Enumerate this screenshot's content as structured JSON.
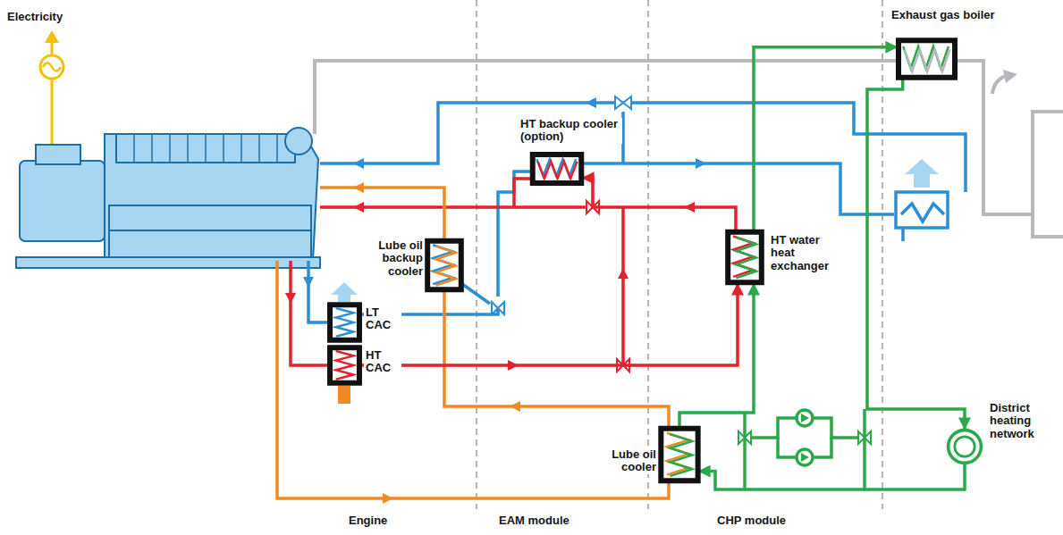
{
  "diagram": {
    "nodes": [
      {
        "text": [
          "Exhaust gas boiler"
        ]
      },
      {
        "text": [
          "HT backup cooler (option)"
        ]
      },
      {
        "text": [
          "Lube oil backup cooler"
        ]
      },
      {
        "text": [
          "HT water heat exchanger"
        ]
      },
      {
        "text": [
          "LT CAC"
        ]
      },
      {
        "text": [
          "HT CAC"
        ]
      },
      {
        "text": [
          "Lube oil cooler"
        ]
      },
      {
        "text": [
          "District heating network"
        ]
      }
    ],
    "edges": [
      {
        "from": 5,
        "to": 3,
        "arrow": "to"
      },
      {
        "from": 3,
        "to": 1,
        "arrow": "to"
      },
      {
        "from": 6,
        "to": 3,
        "arrow": "to"
      },
      {
        "from": 3,
        "to": 0,
        "arrow": "to"
      },
      {
        "from": 0,
        "to": 7,
        "arrow": "to"
      },
      {
        "from": 7,
        "to": 6,
        "arrow": "to"
      }
    ],
    "labels": [
      "Electricity",
      "Engine",
      "EAM module",
      "CHP module"
    ]
  }
}
